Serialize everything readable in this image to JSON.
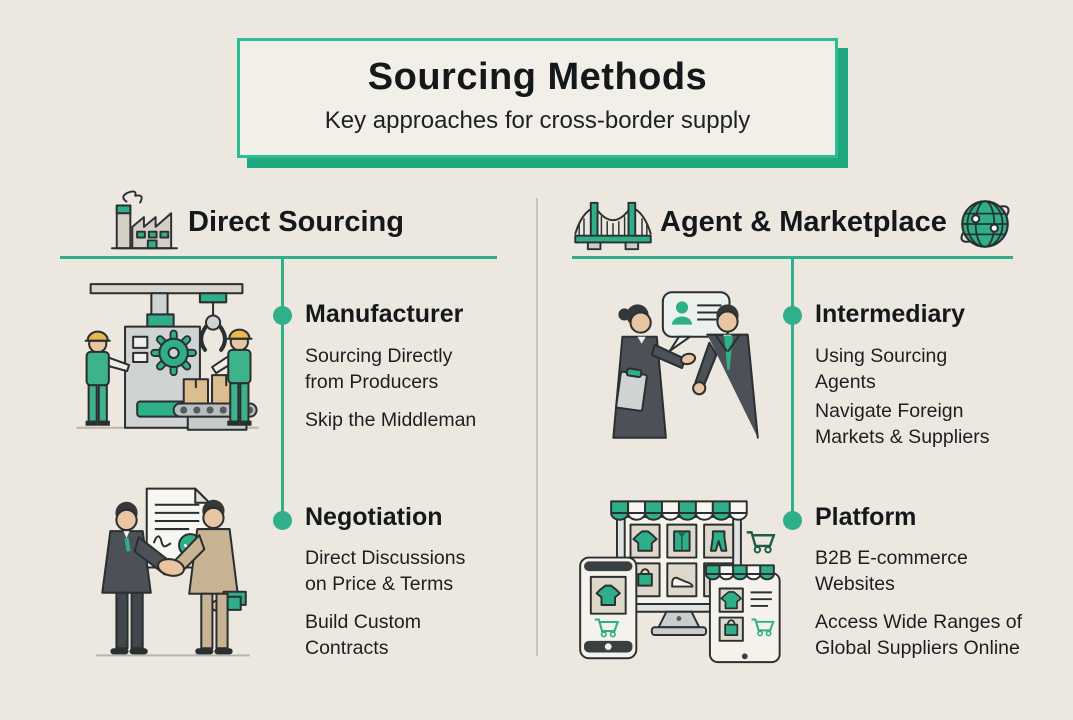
{
  "header": {
    "title": "Sourcing Methods",
    "subtitle": "Key approaches for cross-border supply"
  },
  "colors": {
    "background": "#ECE8E0",
    "panel": "#F2EFE8",
    "accent": "#2FB08A",
    "accent_border": "#2DBD92",
    "accent_shadow": "#1FA77D",
    "text": "#1B1E20",
    "divider": "#C8C4BB"
  },
  "columns": [
    {
      "heading": "Direct Sourcing",
      "leading_icon": "factory-icon",
      "sections": [
        {
          "title": "Manufacturer",
          "illustration": "factory-production-illustration",
          "paragraphs": [
            "Sourcing Directly\nfrom Producers",
            "Skip the Middleman"
          ]
        },
        {
          "title": "Negotiation",
          "illustration": "handshake-deal-illustration",
          "paragraphs": [
            "Direct Discussions\non Price & Terms",
            "Build Custom\nContracts"
          ]
        }
      ]
    },
    {
      "heading": "Agent & Marketplace",
      "leading_icon": "bridge-icon",
      "trailing_icon": "globe-icon",
      "sections": [
        {
          "title": "Intermediary",
          "illustration": "business-conversation-illustration",
          "paragraphs": [
            "Using Sourcing\nAgents",
            "Navigate Foreign\nMarkets & Suppliers"
          ]
        },
        {
          "title": "Platform",
          "illustration": "ecommerce-devices-illustration",
          "paragraphs": [
            "B2B E-commerce\nWebsites",
            "Access Wide Ranges of\nGlobal Suppliers Online"
          ]
        }
      ]
    }
  ]
}
